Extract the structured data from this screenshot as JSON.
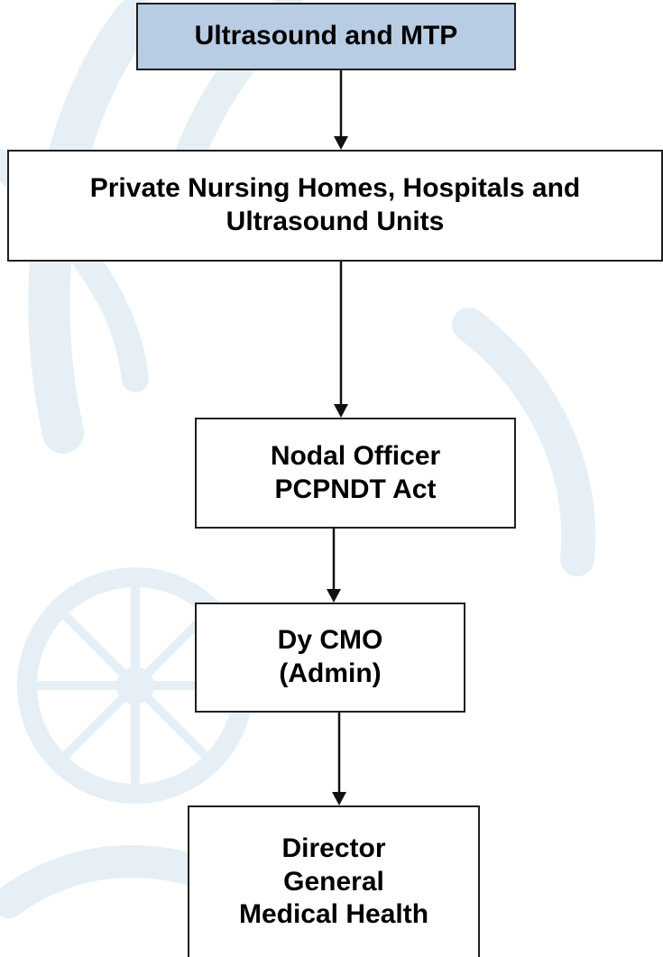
{
  "flowchart": {
    "nodes": [
      {
        "id": "ultrasound-mtp",
        "lines": [
          "Ultrasound and MTP"
        ]
      },
      {
        "id": "private-facilities",
        "lines": [
          "Private Nursing Homes, Hospitals and",
          "Ultrasound Units"
        ]
      },
      {
        "id": "nodal-officer",
        "lines": [
          "Nodal Officer",
          "PCPNDT Act"
        ]
      },
      {
        "id": "dy-cmo",
        "lines": [
          "Dy CMO",
          "(Admin)"
        ]
      },
      {
        "id": "director-general",
        "lines": [
          "Director",
          "General",
          "Medical Health"
        ]
      }
    ],
    "edges": [
      {
        "from": "ultrasound-mtp",
        "to": "private-facilities"
      },
      {
        "from": "private-facilities",
        "to": "nodal-officer"
      },
      {
        "from": "nodal-officer",
        "to": "dy-cmo"
      },
      {
        "from": "dy-cmo",
        "to": "director-general"
      }
    ]
  },
  "colors": {
    "header_fill": "#b8cce4",
    "box_fill": "#ffffff",
    "border": "#1f1f1f",
    "watermark": "#e6eff5"
  }
}
